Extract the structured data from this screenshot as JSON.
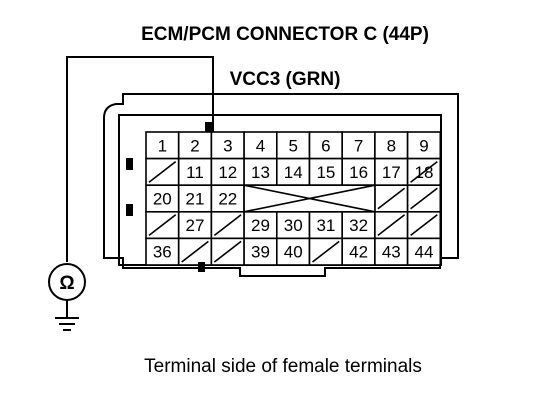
{
  "title": "ECM/PCM CONNECTOR C (44P)",
  "wire_label": "VCC3 (GRN)",
  "caption": "Terminal side of female terminals",
  "meter_symbol": "Ω",
  "icons": {
    "meter": "ohmmeter-icon",
    "ground": "ground-icon"
  },
  "connector": {
    "row1": [
      "1",
      "2",
      "3",
      "4",
      "5",
      "6",
      "7",
      "8",
      "9"
    ],
    "row2": [
      "11",
      "12",
      "13",
      "14",
      "15",
      "16",
      "17",
      "18"
    ],
    "row3": [
      "20",
      "21",
      "22"
    ],
    "row4": [
      "27",
      "29",
      "30",
      "31",
      "32"
    ],
    "row5": [
      "36",
      "39",
      "40",
      "42",
      "43",
      "44"
    ]
  }
}
